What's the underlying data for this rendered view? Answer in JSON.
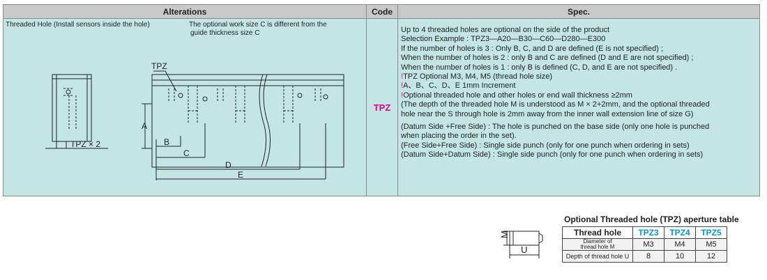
{
  "table": {
    "headers": {
      "alterations": "Alterations",
      "code": "Code",
      "spec": "Spec."
    },
    "code": "TPZ",
    "alteration_title": "Threaded Hole (Install sensors inside the hole)",
    "alteration_note_1": "The optional work size C is different from the",
    "alteration_note_2": "guide thickness size C",
    "drawing_labels": {
      "tpz": "TPZ",
      "tpz_x2": "TPZ × 2",
      "a": "A",
      "b": "B",
      "c": "C",
      "d": "D",
      "e": "E"
    },
    "spec_lines": [
      "Up to 4 threaded holes are optional on the side of the product",
      "Selection Example : TPZ3—A20—B30—C60—D280—E300",
      "If the number of holes is 3 : Only B, C, and D are defined (E is not specified) ;",
      "When the number of holes is 2 : only B and C are defined (D and E are not specified) ;",
      "When the number of holes is 1 : only B is defined (C, D, and E are not specified) ."
    ],
    "spec_notes": [
      "TPZ Optional M3, M4, M5 (thread hole size)",
      "A、B、C、D、E  1mm Increment",
      "Optional threaded hole and other holes or end wall thickness ≥2mm"
    ],
    "spec_note_mark": "!",
    "spec_depth_1": "(The depth of the threaded hole M is understood as M × 2+2mm, and the optional threaded",
    "spec_depth_2": " hole near the S through hole is 2mm away from the inner wall extension line of size G)",
    "spec_side_1": "(Datum Side +Free Side) : The hole is punched on the base side (only one hole is punched",
    "spec_side_2": " when placing the order in the set).",
    "spec_side_3": "(Free Side+Free Side) : Single side punch (only for one punch when ordering in sets)",
    "spec_side_4": "(Datum Side+Datum Side) : Single side punch (only for one punch when ordering in sets)"
  },
  "aperture": {
    "title": "Optional Threaded hole (TPZ) aperture table",
    "header": [
      "Thread hole",
      "TPZ3",
      "TPZ4",
      "TPZ5"
    ],
    "row_diameter_label_1": "Diameter of",
    "row_diameter_label_2": "thread hole M",
    "row_diameter": [
      "M3",
      "M4",
      "M5"
    ],
    "row_depth_label": "Depth of thread hole U",
    "row_depth": [
      "8",
      "10",
      "12"
    ],
    "screw_labels": {
      "m": "M",
      "u": "U"
    }
  },
  "colors": {
    "table_bg": "#c3e5e3",
    "header_bg": "#c9c9c9",
    "code": "#e3007f",
    "tpz_header": "#0097d6"
  }
}
